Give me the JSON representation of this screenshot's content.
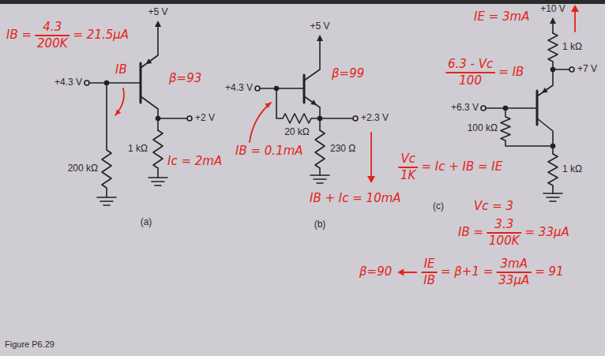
{
  "diagram": {
    "caption": "Figure P6.29",
    "labels": [
      "IB =",
      "4.3",
      "200K",
      "= 21.5μA",
      "+5 V",
      "+4.3 V",
      "IB",
      "β=93",
      "200 kΩ",
      "1 kΩ",
      "+2 V",
      "Ic = 2mA",
      "(a)",
      "+5 V",
      "+4.3 V",
      "β=99",
      "20 kΩ",
      "+2.3 V",
      "IB = 0.1mA",
      "230 Ω",
      "IB + Ic = 10mA",
      "(b)",
      "+10 V",
      "IE = 3mA",
      "1 kΩ",
      "+7 V",
      "6.3 - Vc",
      "100",
      "= IB",
      "+6.3 V",
      "100 kΩ",
      "Vc",
      "1K",
      "= Ic + IB = IE",
      "1 kΩ",
      "Vc = 3",
      "IB =",
      "3.3",
      "100K",
      "= 33μA",
      "β=90",
      "IE",
      "IB",
      "= β+1 =",
      "3mA",
      "33μA",
      "= 91",
      "(c)"
    ]
  }
}
